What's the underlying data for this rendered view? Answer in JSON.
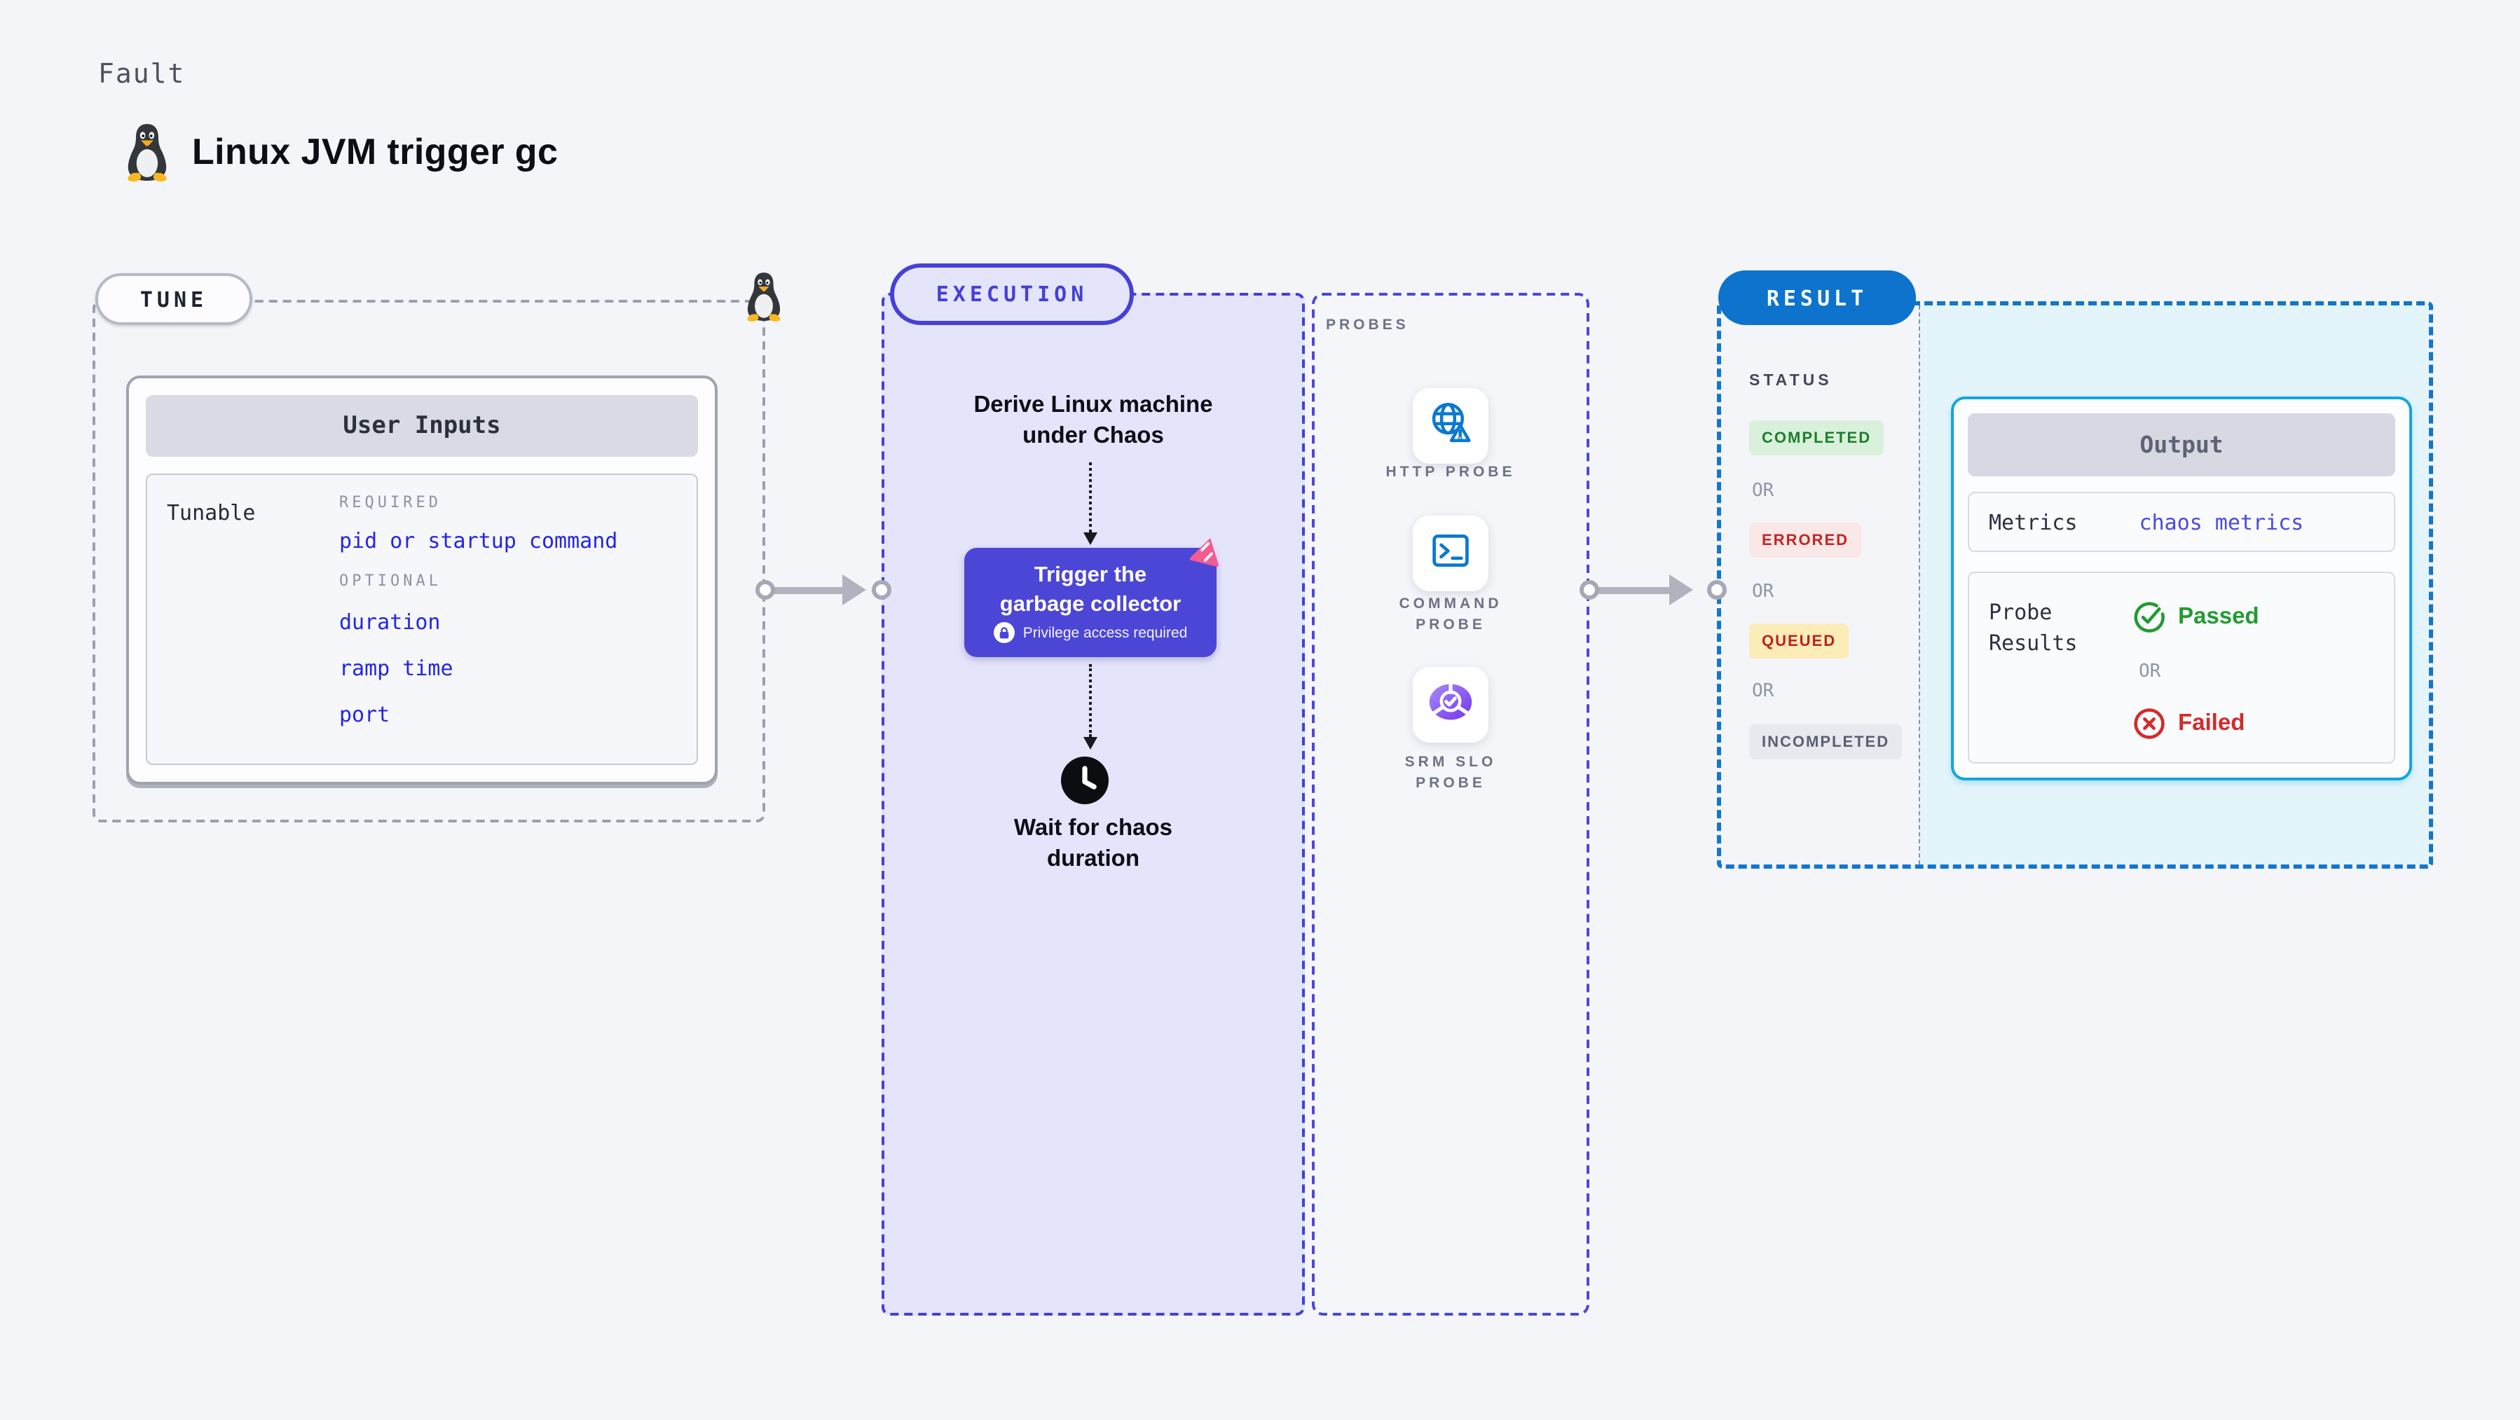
{
  "header": {
    "kicker": "Fault",
    "title": "Linux JVM trigger gc"
  },
  "tune": {
    "badge": "TUNE",
    "card": {
      "title": "User Inputs",
      "row_label": "Tunable",
      "required_label": "REQUIRED",
      "required_item": "pid or startup command",
      "optional_label": "OPTIONAL",
      "optional_items": [
        "duration",
        "ramp time",
        "port"
      ]
    }
  },
  "execution": {
    "badge": "EXECUTION",
    "derive_step": "Derive Linux machine\nunder Chaos",
    "action": {
      "title": "Trigger the\ngarbage collector",
      "privilege_note": "Privilege access required"
    },
    "wait_step": "Wait for chaos\nduration"
  },
  "probes": {
    "label": "PROBES",
    "items": [
      {
        "name": "HTTP PROBE",
        "icon": "globe-alert-icon"
      },
      {
        "name": "COMMAND\nPROBE",
        "icon": "terminal-icon"
      },
      {
        "name": "SRM SLO\nPROBE",
        "icon": "slo-donut-icon"
      }
    ]
  },
  "result": {
    "badge": "RESULT",
    "status_label": "STATUS",
    "or_label": "OR",
    "statuses": [
      {
        "text": "COMPLETED",
        "fg": "#1c7f2e",
        "bg": "#d9f1da"
      },
      {
        "text": "ERRORED",
        "fg": "#c32626",
        "bg": "#fae7e7"
      },
      {
        "text": "QUEUED",
        "fg": "#bf2020",
        "bg": "#fbecb8"
      },
      {
        "text": "INCOMPLETED",
        "fg": "#5a5e71",
        "bg": "#e8e9ef"
      }
    ],
    "output": {
      "title": "Output",
      "metrics_label": "Metrics",
      "metrics_value": "chaos metrics",
      "probe_results_label": "Probe\nResults",
      "passed": "Passed",
      "or": "OR",
      "failed": "Failed"
    }
  },
  "colors": {
    "page_bg": "#f4f5f8",
    "tune_dash": "#9aa0ac",
    "execution_accent": "#4540d8",
    "execution_fill": "#e4e4fb",
    "action_box_purple": "#4c46d6",
    "pink_logo": "#f25c92",
    "probes_dash": "#4a48dc",
    "probe_icon_blue": "#0b78d0",
    "slo_purple": "#7c3aed",
    "result_blue": "#0d73cd",
    "output_cyan_border": "#12a6df",
    "output_panel_bg": "#e3f4fb",
    "link_blue": "#2525e8",
    "value_indigo": "#4a4ae0",
    "passed_green": "#229b31",
    "failed_red": "#d22b2b",
    "connector_gray": "#b1b2be"
  }
}
